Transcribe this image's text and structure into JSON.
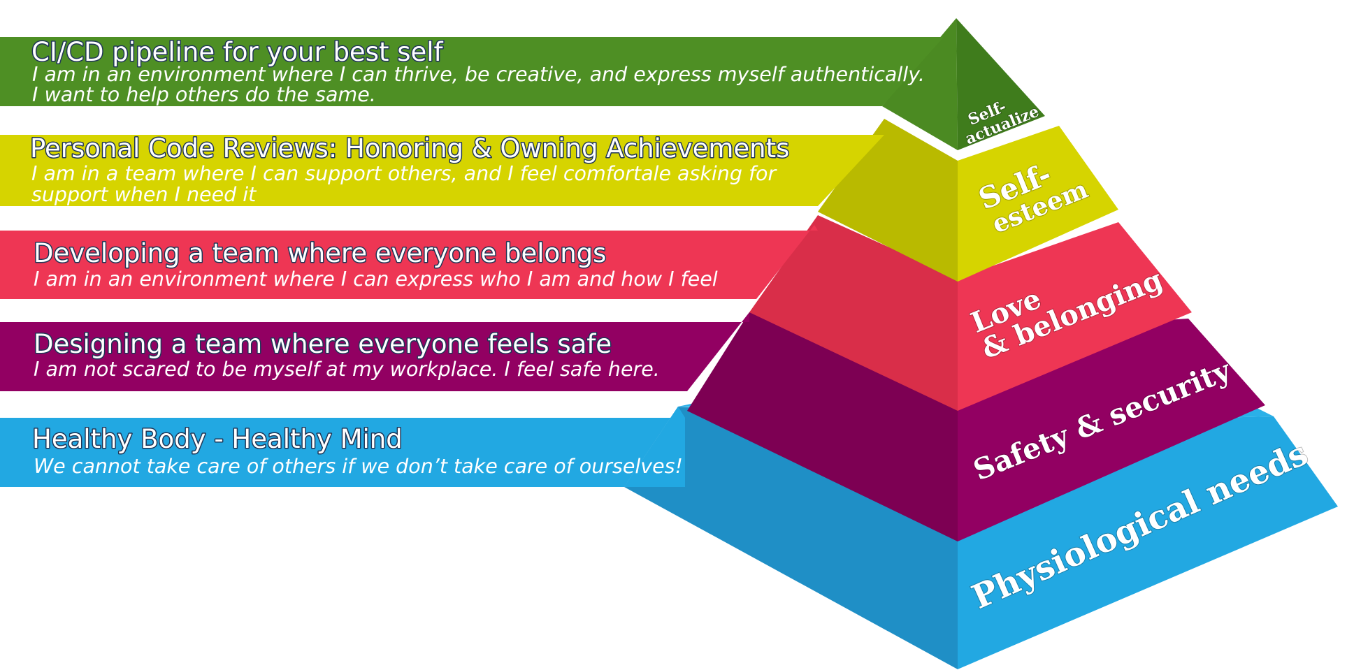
{
  "colors": {
    "tier1": "#4e8f24",
    "tier2": "#d6d400",
    "tier3": "#ec3552",
    "tier4": "#900060",
    "tier5": "#21a7e0"
  },
  "bands": [
    {
      "title": "CI/CD pipeline for your best self",
      "desc_line1": "I am in an environment where I can thrive, be creative, and express myself authentically.",
      "desc_line2": "I want to help others do the same."
    },
    {
      "title": "Personal Code Reviews:  Honoring & Owning Achievements",
      "desc_line1": "I am in a team where I can support others, and I feel comfortale asking  for",
      "desc_line2": "support when I need it"
    },
    {
      "title": "Developing a team where everyone belongs",
      "desc_line1": "I am in an environment where I can express who I am and how I feel"
    },
    {
      "title": "Designing a team where everyone feels safe",
      "desc_line1": "I am not scared to be myself at my workplace.  I feel safe here."
    },
    {
      "title": "Healthy Body - Healthy Mind",
      "desc_line1": "We cannot take care of others if we don’t take care of ourselves!"
    }
  ],
  "pyramid": {
    "tier1": {
      "line1": "Self-",
      "line2": "actualize"
    },
    "tier2": {
      "line1": "Self-",
      "line2": "esteem"
    },
    "tier3": {
      "line1": "Love",
      "line2": "& belonging"
    },
    "tier4": {
      "line1": "Safety & security"
    },
    "tier5": {
      "line1": "Physiological needs"
    }
  }
}
